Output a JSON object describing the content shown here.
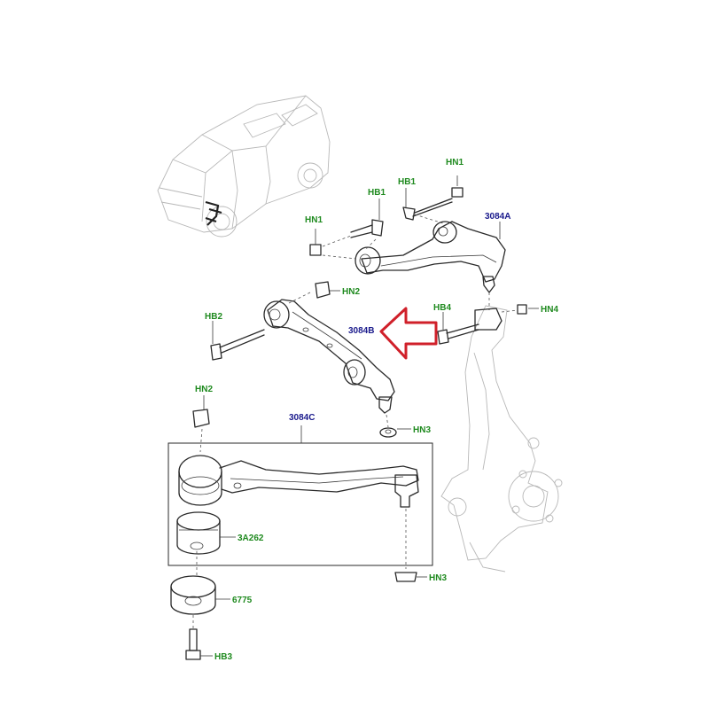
{
  "colors": {
    "part_number_color": "#1a1a8c",
    "fastener_label_color": "#1f8a1f",
    "arrow_color": "#d0202a",
    "line_color": "#2a2a2a"
  },
  "labels": {
    "hn1_top": "HN1",
    "hb1_right": "HB1",
    "hb1_left": "HB1",
    "hn1_left": "HN1",
    "p3084a": "3084A",
    "hn2_top": "HN2",
    "hb4": "HB4",
    "hn4": "HN4",
    "hb2": "HB2",
    "p3084b": "3084B",
    "hn2_lower": "HN2",
    "hn3_upper": "HN3",
    "p3084c": "3084C",
    "p3a262": "3A262",
    "hn3_lower": "HN3",
    "p6775": "6775",
    "hb3": "HB3"
  },
  "highlight": {
    "arrow_target": "3084B",
    "arrow_icon": "left-arrow-outline-icon"
  }
}
